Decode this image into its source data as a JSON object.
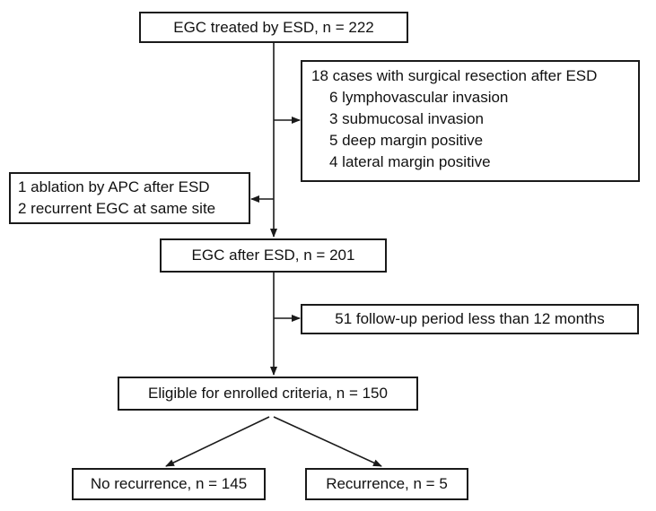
{
  "diagram": {
    "nodes": {
      "start": {
        "text": "EGC treated by ESD, n = 222"
      },
      "surgical_exclusion": {
        "title": "18 cases with surgical resection after ESD",
        "items": [
          "6 lymphovascular invasion",
          "3 submucosal invasion",
          "5 deep margin positive",
          "4 lateral margin positive"
        ]
      },
      "other_exclusion": {
        "items": [
          "1 ablation by APC after ESD",
          "2 recurrent EGC at same site"
        ]
      },
      "after_esd": {
        "text": "EGC after ESD, n = 201"
      },
      "followup_exclusion": {
        "text": "51 follow-up period less than 12 months"
      },
      "eligible": {
        "text": "Eligible for enrolled criteria, n = 150"
      },
      "no_recurrence": {
        "text": "No recurrence, n = 145"
      },
      "recurrence": {
        "text": "Recurrence, n = 5"
      }
    }
  }
}
